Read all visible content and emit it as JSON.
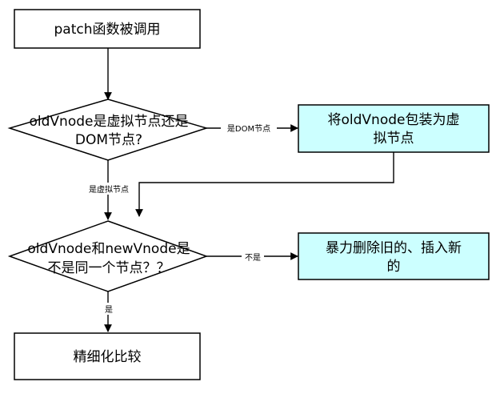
{
  "nodes": {
    "start": {
      "text": "patch函数被调用"
    },
    "check_virtual": {
      "line1": "oldVnode是虚拟节点还是",
      "line2": "DOM节点?"
    },
    "wrap_vnode": {
      "line1": "将oldVnode包装为虚",
      "line2": "拟节点"
    },
    "check_same": {
      "line1": "oldVnode和newVnode是",
      "line2": "不是同一个节点？？"
    },
    "replace": {
      "line1": "暴力删除旧的、插入新",
      "line2": "的"
    },
    "fine_compare": {
      "text": "精细化比较"
    }
  },
  "edges": {
    "is_dom": "是DOM节点",
    "is_virtual": "是虚拟节点",
    "not_same": "不是",
    "is_same": "是"
  },
  "colors": {
    "highlight_fill": "#ccffff",
    "stroke": "#000000"
  }
}
